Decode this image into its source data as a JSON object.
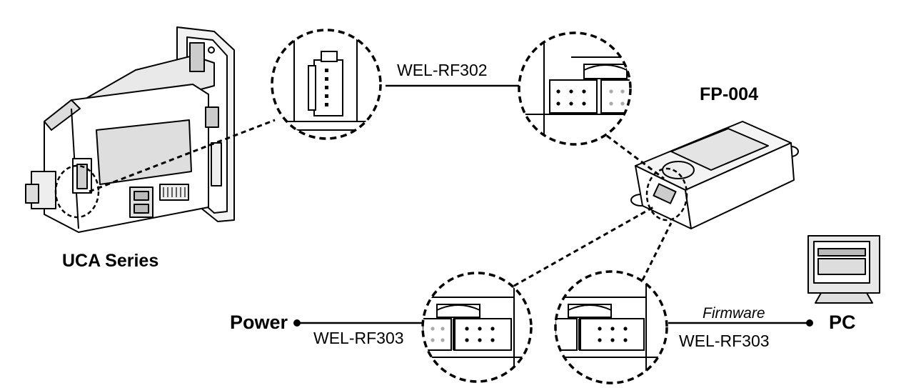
{
  "devices": {
    "uca": "UCA Series",
    "fp": "FP-004",
    "pc": "PC",
    "power": "Power"
  },
  "cables": {
    "uca_to_fp": "WEL-RF302",
    "power_cable": "WEL-RF303",
    "pc_cable": "WEL-RF303",
    "pc_cable_note": "Firmware"
  }
}
